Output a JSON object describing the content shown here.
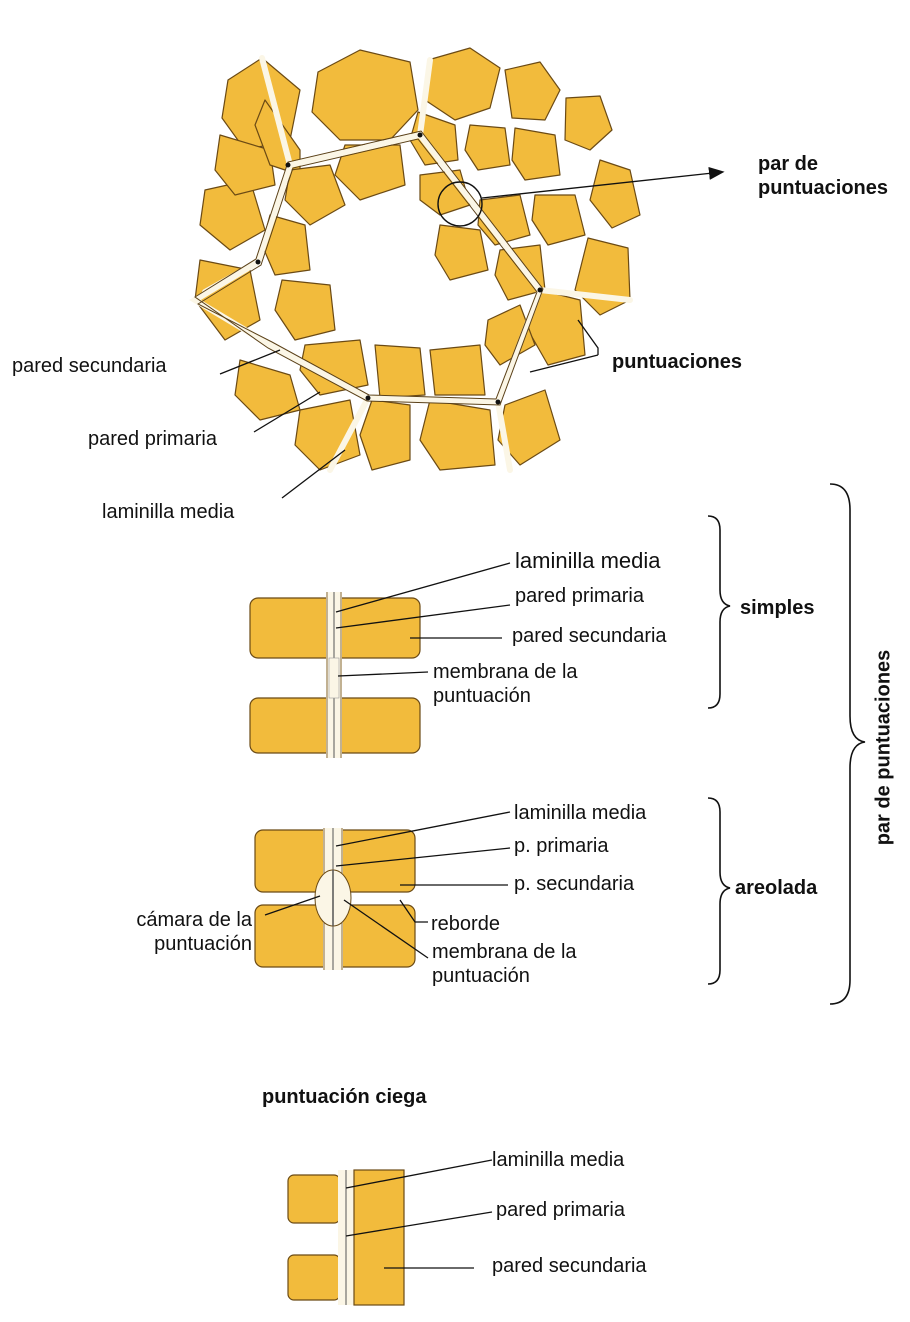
{
  "colors": {
    "cell": "#f2bb3c",
    "cell_edge": "#6b4a14",
    "wall": "#fbf6e6",
    "line": "#222222"
  },
  "ring": {
    "pit_pair": "par de puntuaciones",
    "pits": "puntuaciones",
    "secondary_wall": "pared secundaria",
    "primary_wall": "pared primaria",
    "middle_lamella": "laminilla media"
  },
  "simple": {
    "middle_lamella": "laminilla media",
    "primary_wall": "pared primaria",
    "secondary_wall": "pared secundaria",
    "pit_membrane": "membrana de la puntuación",
    "group": "simples"
  },
  "bordered": {
    "middle_lamella": "laminilla media",
    "primary_wall": "p. primaria",
    "secondary_wall": "p. secundaria",
    "border": "reborde",
    "pit_chamber": "cámara de la puntuación",
    "pit_membrane": "membrana de la puntuación",
    "group": "areolada"
  },
  "group_right": "par de puntuaciones",
  "blind": {
    "title": "puntuación ciega",
    "middle_lamella": "laminilla media",
    "primary_wall": "pared primaria",
    "secondary_wall": "pared secundaria"
  }
}
